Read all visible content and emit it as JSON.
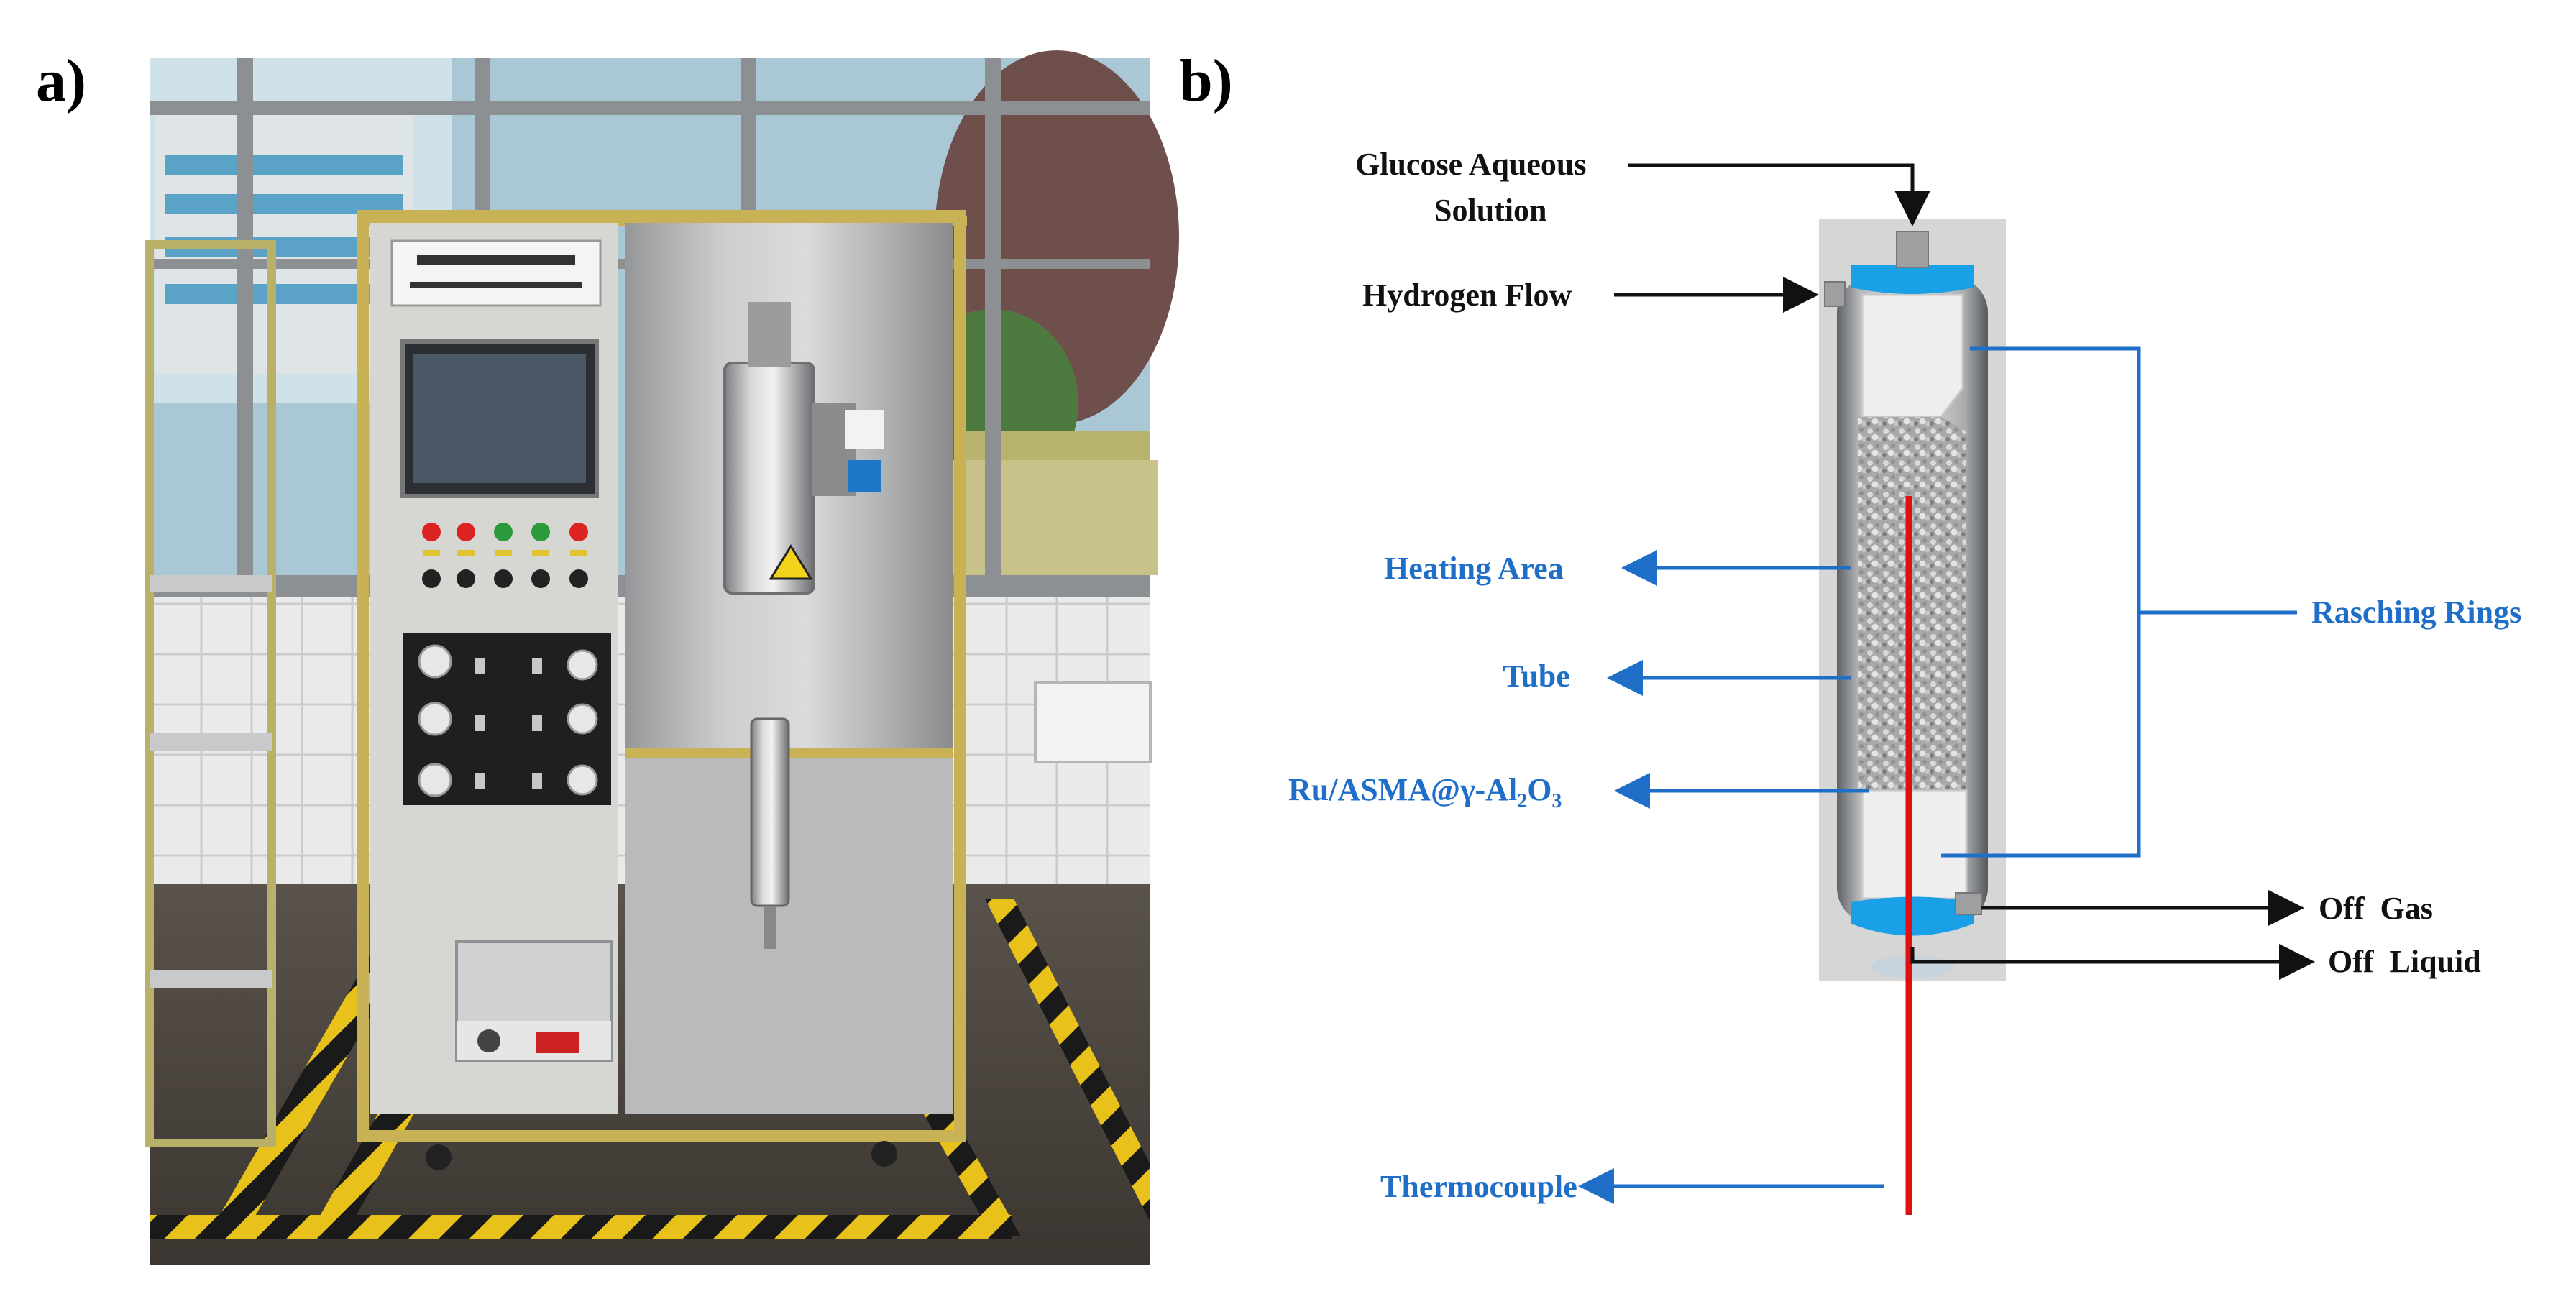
{
  "panel_a": {
    "label": "a)"
  },
  "panel_b": {
    "label": "b)",
    "labels": {
      "glucose_line1": "Glucose Aqueous",
      "glucose_line2": "Solution",
      "hydrogen": "Hydrogen Flow",
      "heating": "Heating Area",
      "tube": "Tube",
      "catalyst_main": "Ru/ASMA@γ-Al",
      "catalyst_sub1": "2",
      "catalyst_mid": "O",
      "catalyst_sub2": "3",
      "rasching": "Rasching Rings",
      "off_gas": "Off  Gas",
      "off_liquid": "Off  Liquid",
      "thermocouple": "Thermocouple"
    }
  },
  "colors": {
    "label_blue": "#1f6fc8",
    "arrow_black": "#111111",
    "thermocouple_red": "#e01010",
    "cap_cyan": "#1aa0e6"
  }
}
